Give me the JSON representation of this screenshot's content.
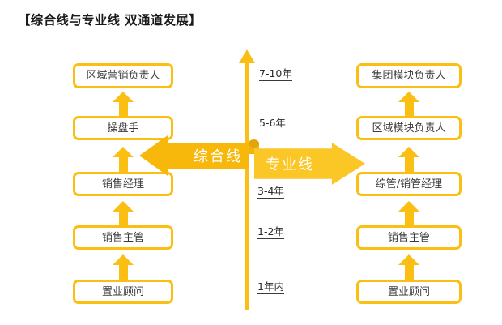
{
  "title": "【综合线与专业线  双通道发展】",
  "colors": {
    "box_border": "#FBBE13",
    "arrow": "#FBBE13",
    "banner_left": "#F7B80B",
    "banner_right": "#FBC726",
    "text": "#3a3a3a",
    "background": "#ffffff"
  },
  "banners": {
    "left_label": "综合线",
    "right_label": "专业线"
  },
  "timeline": {
    "labels": [
      "7-10年",
      "5-6年",
      "3-4年",
      "1-2年",
      "1年内"
    ]
  },
  "left_track": {
    "name": "综合线",
    "roles": [
      "区域营销负责人",
      "操盘手",
      "销售经理",
      "销售主管",
      "置业顾问"
    ]
  },
  "right_track": {
    "name": "专业线",
    "roles": [
      "集团模块负责人",
      "区域模块负责人",
      "综管/销管经理",
      "销售主管",
      "置业顾问"
    ]
  }
}
